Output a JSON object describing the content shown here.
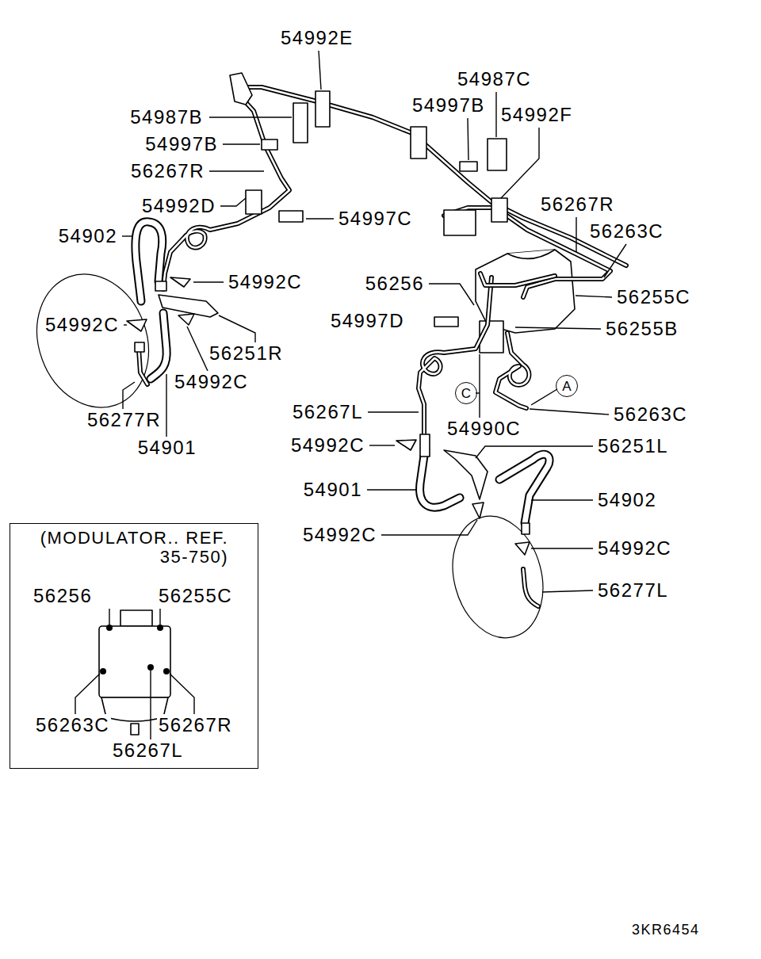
{
  "diagram": {
    "nodes": [
      {
        "text": [
          "C"
        ]
      },
      {
        "text": [
          "A"
        ]
      },
      {
        "text": [
          "(MODULATOR.. REF. 35-750)"
        ]
      }
    ],
    "edges": [],
    "labels": [
      "54992E",
      "54987C",
      "54987B",
      "54997B",
      "54992F",
      "54997B",
      "56267R",
      "54992D",
      "56267R",
      "54997C",
      "56263C",
      "54902",
      "54992C",
      "56256",
      "56255C",
      "54997D",
      "54992C",
      "56255B",
      "56251R",
      "54992C",
      "56263C",
      "56267L",
      "56277R",
      "54990C",
      "54901",
      "54992C",
      "56251L",
      "54901",
      "54902",
      "54992C",
      "54992C",
      "56277L",
      "56256",
      "56255C",
      "56263C",
      "56267R",
      "56267L",
      "3KR6454"
    ]
  }
}
